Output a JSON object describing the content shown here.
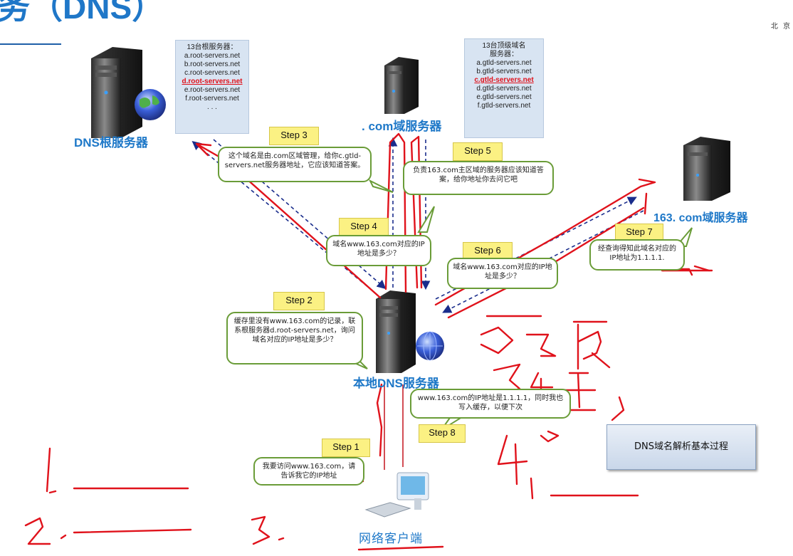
{
  "page": {
    "title": "务（DNS）",
    "corner_text": "北 京"
  },
  "root_server": {
    "label": "DNS根服务器",
    "list_title": "13台根服务器：",
    "items": [
      "a.root-servers.net",
      "b.root-servers.net",
      "c.root-servers.net",
      "d.root-servers.net",
      "e.root-servers.net",
      "f.root-servers.net",
      ". . ."
    ]
  },
  "com_server": {
    "label": ". com域服务器",
    "list_title_1": "13台顶级域名",
    "list_title_2": "服务器：",
    "items": [
      "a.gtld-servers.net",
      "b.gtld-servers.net",
      "c.gtld-servers.net",
      "d.gtld-servers.net",
      "e.gtld-servers.net",
      "f.gtld-servers.net"
    ]
  },
  "server_163": {
    "label": "163. com域服务器"
  },
  "local_server": {
    "label": "本地DNS服务器"
  },
  "client": {
    "label": "网络客户端"
  },
  "steps": [
    {
      "label": "Step 1",
      "text": "我要访问www.163.com，请告诉我它的IP地址"
    },
    {
      "label": "Step 2",
      "text": "缓存里没有www.163.com的记录，联系根服务器d.root-servers.net，询问域名对应的IP地址是多少？"
    },
    {
      "label": "Step 3",
      "text": "这个域名是由.com区域管理，给你c.gtld-servers.net服务器地址，它应该知道答案。"
    },
    {
      "label": "Step 4",
      "text": "域名www.163.com对应的IP地址是多少？"
    },
    {
      "label": "Step 5",
      "text": "负责163.com主区域的服务器应该知道答案，给你地址你去问它吧"
    },
    {
      "label": "Step 6",
      "text": "域名www.163.com对应的IP地址是多少？"
    },
    {
      "label": "Step 7",
      "text": "经查询得知此域名对应的IP地址为1.1.1.1."
    },
    {
      "label": "Step 8",
      "text": "www.163.com的IP地址是1.1.1.1，同时我也写入缓存，以便下次"
    }
  ],
  "caption": "DNS域名解析基本过程",
  "colors": {
    "title": "#1f77c8",
    "ink": "#e0121b",
    "dashed_arrow": "#1a2d8c",
    "step_fill": "#fbf183",
    "bubble_border": "#6a9c38"
  }
}
